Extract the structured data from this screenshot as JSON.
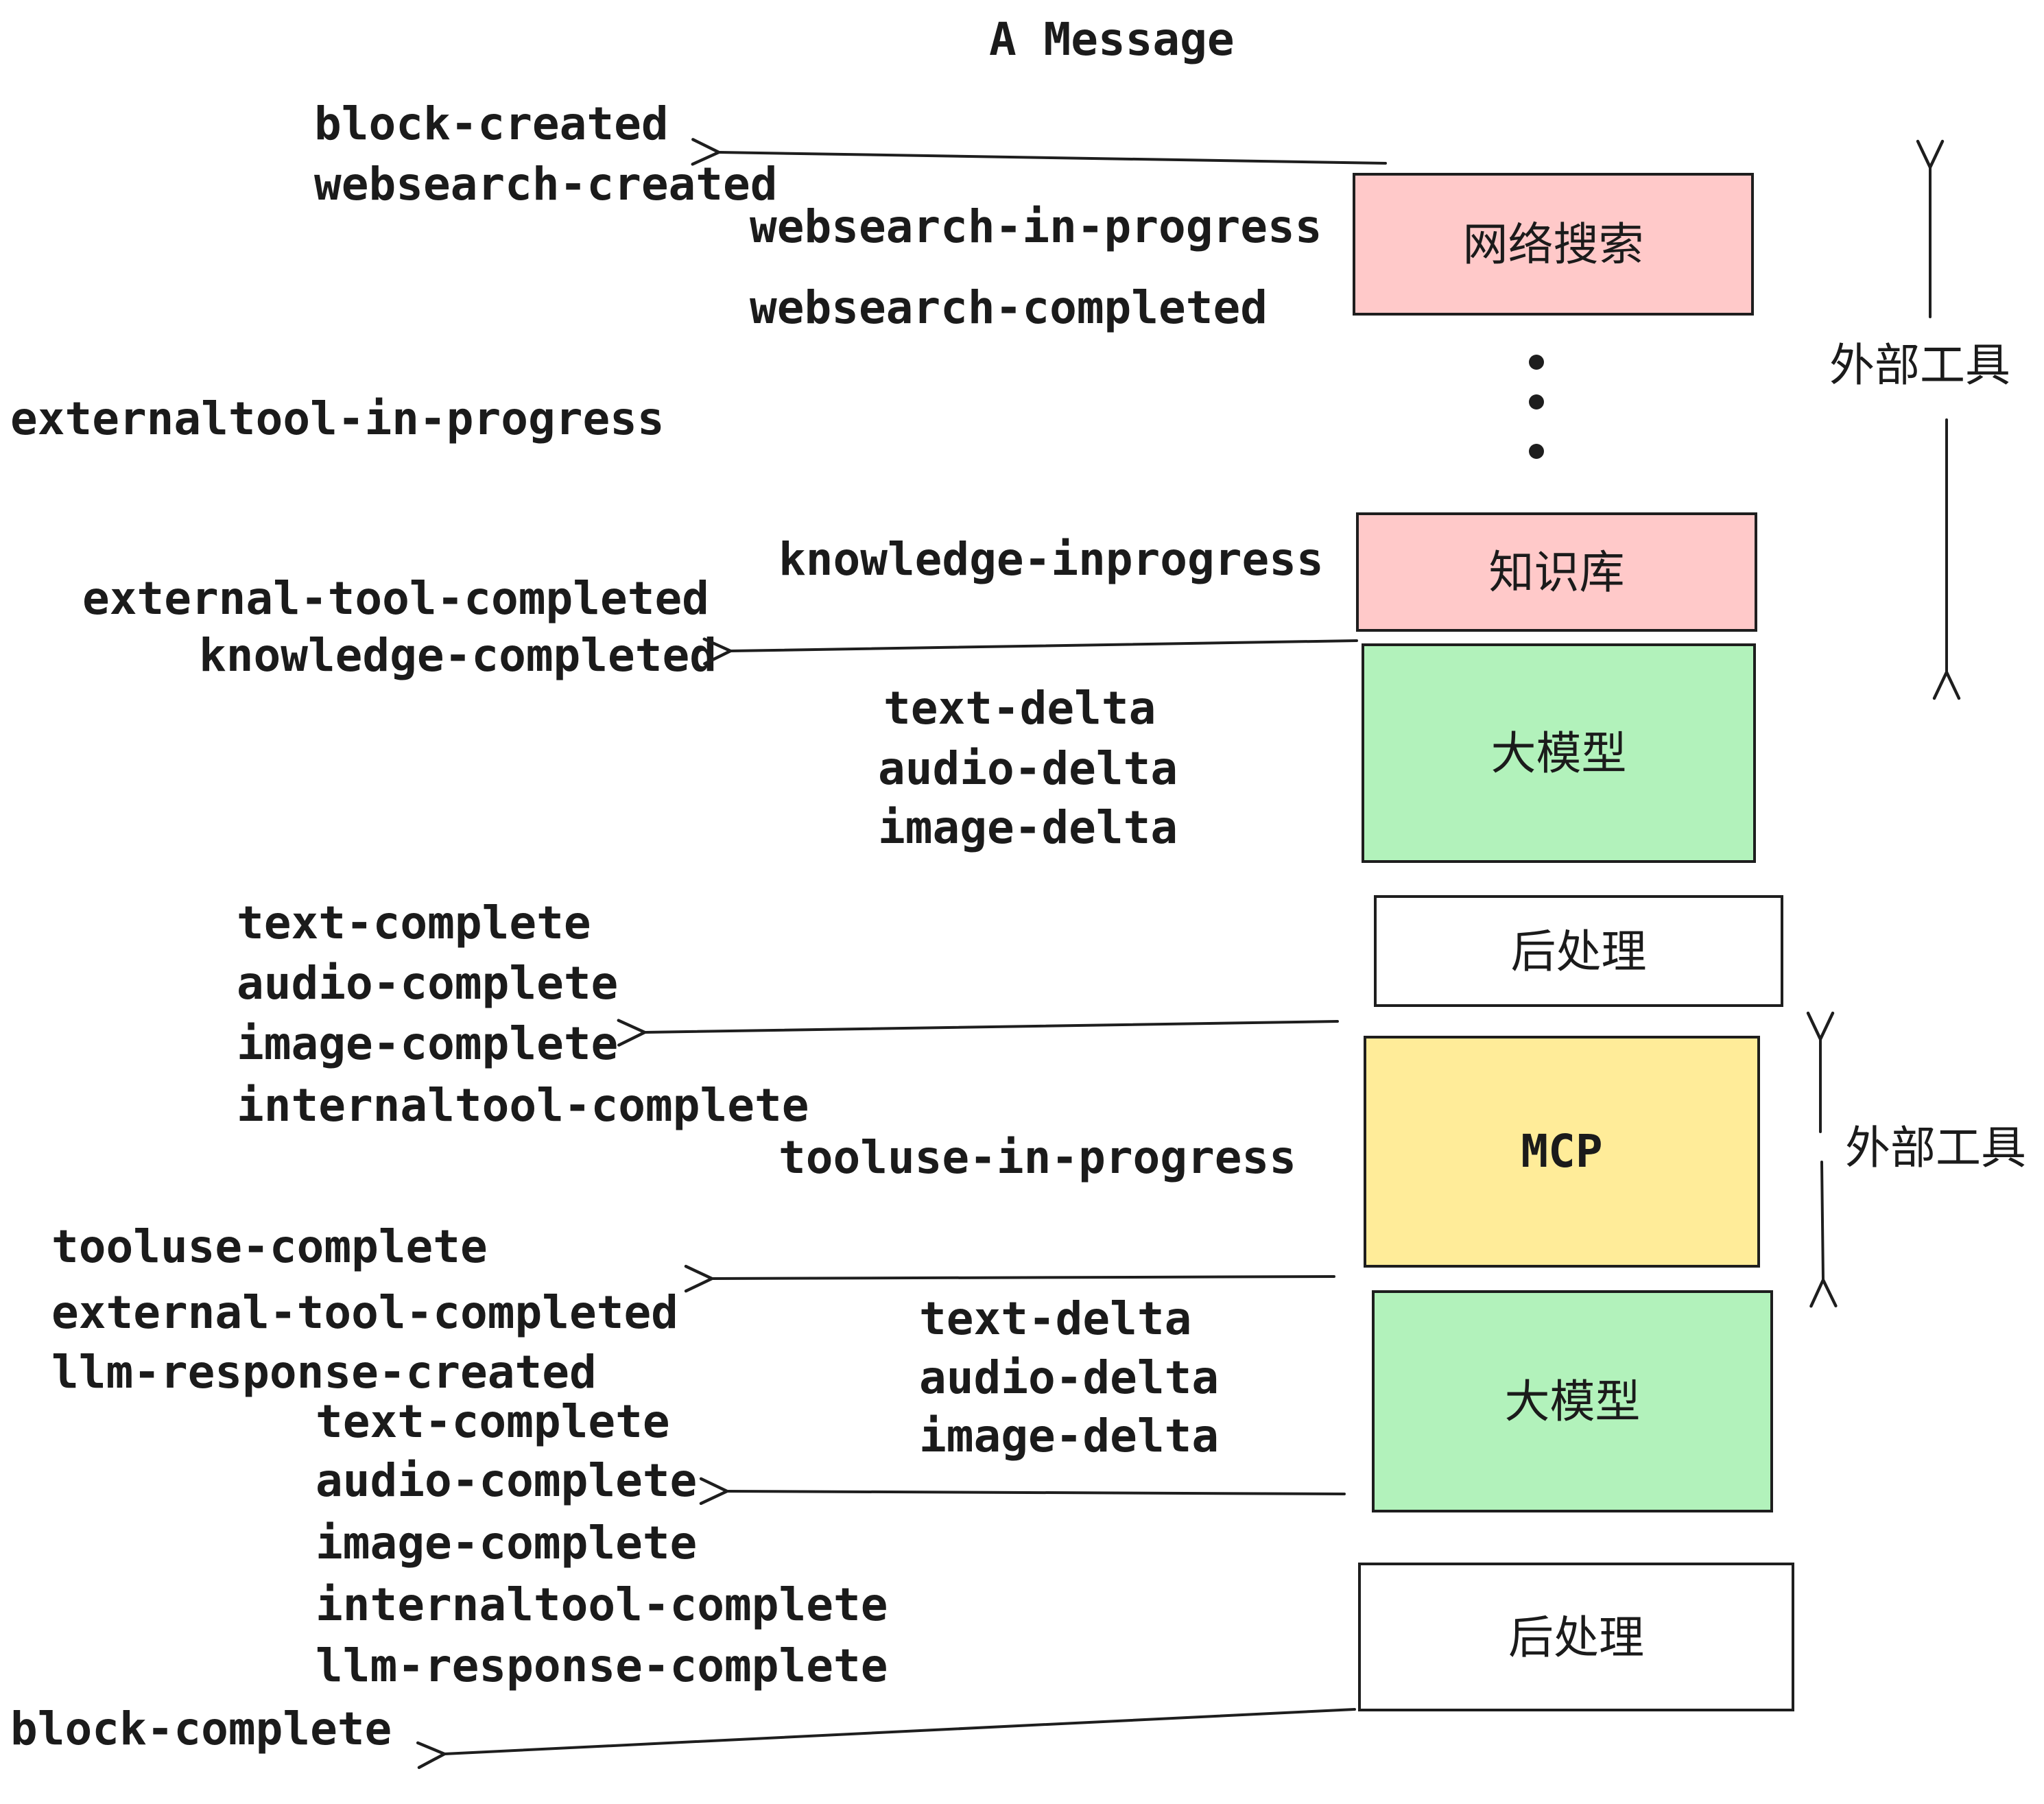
{
  "title": "A Message",
  "colors": {
    "pink": "#ffc9c9",
    "green": "#b2f2bb",
    "yellow": "#ffec99",
    "white": "#ffffff",
    "stroke": "#1e1e1e"
  },
  "nodes": [
    {
      "label": "网络搜索",
      "color": "pink"
    },
    {
      "label": "知识库",
      "color": "pink"
    },
    {
      "label": "大模型",
      "color": "green"
    },
    {
      "label": "后处理",
      "color": "white"
    },
    {
      "label": "MCP",
      "color": "yellow"
    },
    {
      "label": "大模型",
      "color": "green"
    },
    {
      "label": "后处理",
      "color": "white"
    }
  ],
  "annotations": [
    {
      "label": "外部工具"
    },
    {
      "label": "外部工具"
    }
  ],
  "events": [
    {
      "text": "block-created"
    },
    {
      "text": "websearch-created"
    },
    {
      "text": "websearch-in-progress"
    },
    {
      "text": "websearch-completed"
    },
    {
      "text": "externaltool-in-progress"
    },
    {
      "text": "knowledge-inprogress"
    },
    {
      "text": "external-tool-completed"
    },
    {
      "text": "knowledge-completed"
    },
    {
      "text": "text-delta"
    },
    {
      "text": "audio-delta"
    },
    {
      "text": "image-delta"
    },
    {
      "text": "text-complete"
    },
    {
      "text": "audio-complete"
    },
    {
      "text": "image-complete"
    },
    {
      "text": "internaltool-complete"
    },
    {
      "text": "tooluse-in-progress"
    },
    {
      "text": "tooluse-complete"
    },
    {
      "text": "external-tool-completed"
    },
    {
      "text": "llm-response-created"
    },
    {
      "text": "text-delta"
    },
    {
      "text": "audio-delta"
    },
    {
      "text": "image-delta"
    },
    {
      "text": "text-complete"
    },
    {
      "text": "audio-complete"
    },
    {
      "text": "image-complete"
    },
    {
      "text": "internaltool-complete"
    },
    {
      "text": "llm-response-complete"
    },
    {
      "text": "block-complete"
    }
  ]
}
